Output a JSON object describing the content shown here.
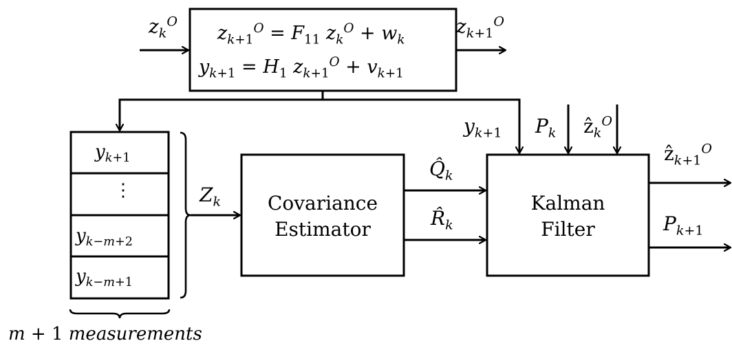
{
  "colors": {
    "stroke": "#000000",
    "background": "#ffffff"
  },
  "system": {
    "input_label": "z_k^O",
    "output_label": "z_{k+1}^O",
    "equation_1": "z_{k+1}^O = F_{11} z_k^O + w_k",
    "equation_2": "y_{k+1} = H_1 z_{k+1}^O + v_{k+1}"
  },
  "buffer": {
    "cells": [
      "y_{k+1}",
      "⋮",
      "y_{k-m+2}",
      "y_{k-m+1}"
    ],
    "caption": "m + 1 measurements",
    "brace_label": "Z_k"
  },
  "covariance_estimator": {
    "line_1": "Covariance",
    "line_2": "Estimator",
    "output_q": "Q̂_k",
    "output_r": "R̂_k"
  },
  "kalman_filter": {
    "line_1": "Kalman",
    "line_2": "Filter",
    "input_y": "y_{k+1}",
    "input_p": "P_k",
    "input_z": "ẑ_k^O",
    "output_z": "ẑ_{k+1}^O",
    "output_p": "P_{k+1}"
  }
}
